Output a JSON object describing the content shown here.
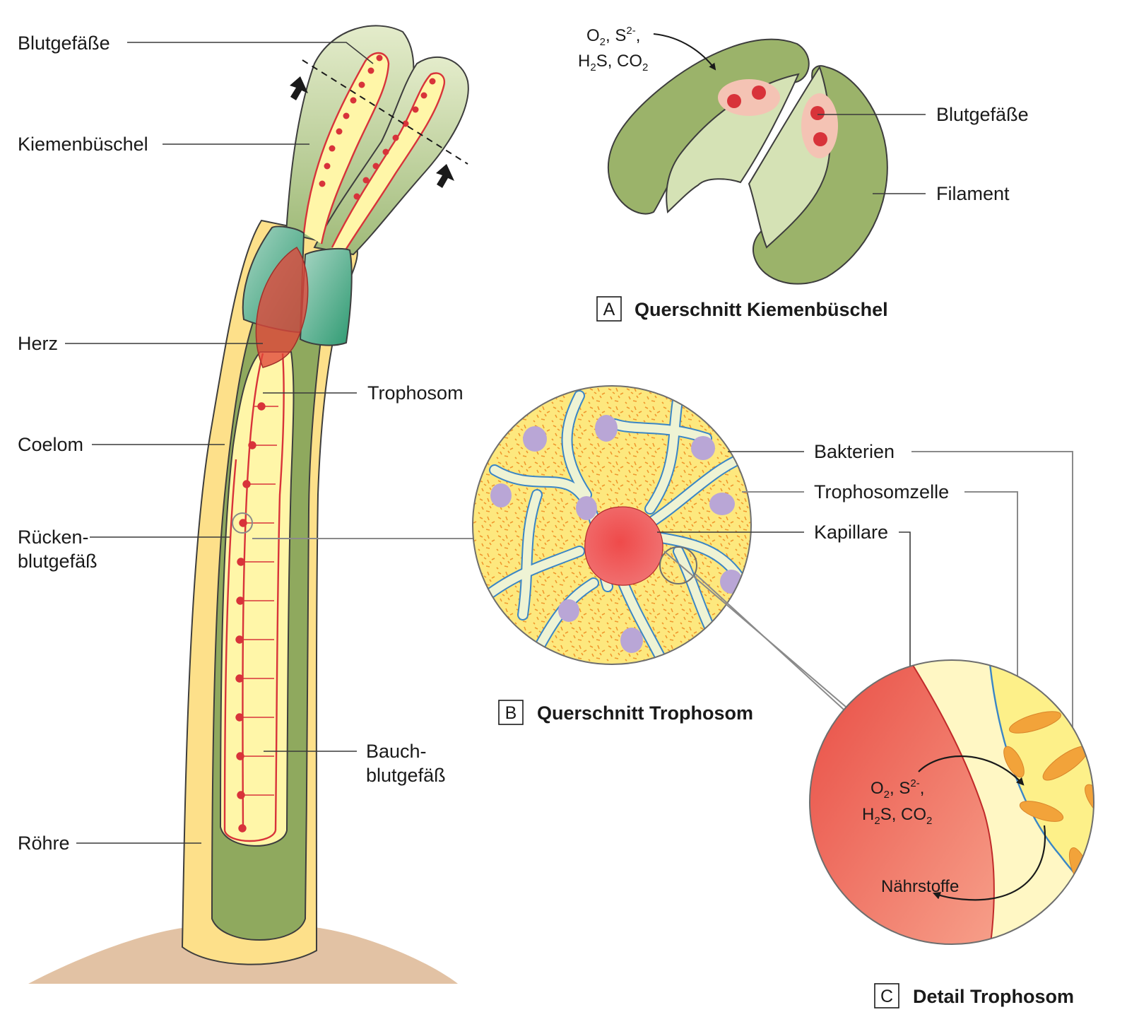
{
  "labels": {
    "blutgefaesse_left": "Blutgefäße",
    "kiemenbueschel": "Kiemenbüschel",
    "herz": "Herz",
    "trophosom": "Trophosom",
    "coelom": "Coelom",
    "ruecken_line1": "Rücken-",
    "ruecken_line2": "blutgefäß",
    "bauch_line1": "Bauch-",
    "bauch_line2": "blutgefäß",
    "roehre": "Röhre",
    "blutgefaesse_a": "Blutgefäße",
    "filament": "Filament",
    "bakterien": "Bakterien",
    "trophosomzelle": "Trophosomzelle",
    "kapillare": "Kapillare",
    "naehrstoffe": "Nährstoffe"
  },
  "chem": {
    "o": "O",
    "two": "2",
    "comma_s": ", S",
    "charge": "2-",
    "comma": ",",
    "h": "H",
    "s_co": "S, CO"
  },
  "captions": {
    "a_letter": "A",
    "a_text": "Querschnitt Kiemenbüschel",
    "b_letter": "B",
    "b_text": "Querschnitt Trophosom",
    "c_letter": "C",
    "c_text": "Detail Trophosom"
  },
  "colors": {
    "tube_yellow": "#fde08a",
    "trophosome_yellow": "#fff6a8",
    "coelom_green": "#8fa95e",
    "gill_green_light": "#dde8c0",
    "filament_green": "#9bb36a",
    "blood_red": "#e03a3a",
    "cell_violet": "#b9a6d6",
    "capillary_blue": "#3a86c6",
    "bacteria_orange": "#f2a33a",
    "ground_tan": "#e2c2a4"
  }
}
